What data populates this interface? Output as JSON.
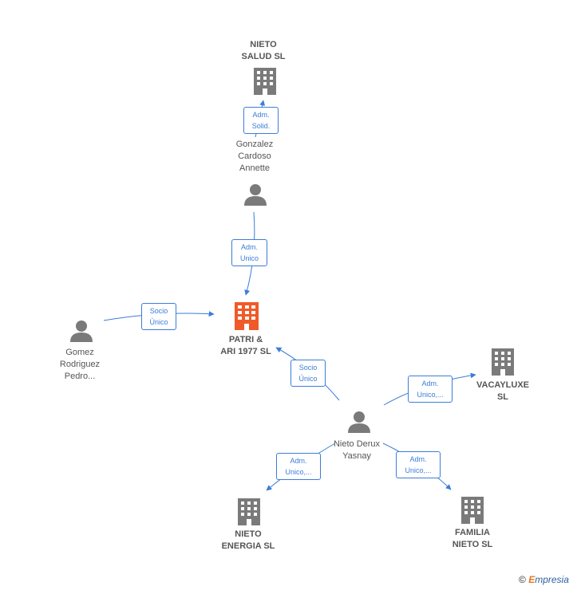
{
  "nodes": {
    "nieto_salud": {
      "label": "NIETO\nSALUD  SL",
      "type": "company"
    },
    "gonzalez": {
      "label": "Gonzalez\nCardoso\nAnnette",
      "type": "person"
    },
    "patri": {
      "label": "PATRI &\nARI 1977  SL",
      "type": "main"
    },
    "gomez": {
      "label": "Gomez\nRodriguez\nPedro...",
      "type": "person"
    },
    "vacayluxe": {
      "label": "VACAYLUXE\nSL",
      "type": "company"
    },
    "nieto_derux": {
      "label": "Nieto Derux\nYasnay",
      "type": "person"
    },
    "nieto_energia": {
      "label": "NIETO\nENERGIA  SL",
      "type": "company"
    },
    "familia_nieto": {
      "label": "FAMILIA\nNIETO  SL",
      "type": "company"
    }
  },
  "edges": {
    "gonzalez_to_nieto_salud": "Adm.\nSolid.",
    "gonzalez_to_patri": "Adm.\nUnico",
    "gomez_to_patri": "Socio\nÚnico",
    "nieto_derux_to_patri": "Socio\nÚnico",
    "nieto_derux_to_vacayluxe": "Adm.\nUnico,...",
    "nieto_derux_to_nieto_energia": "Adm.\nUnico,...",
    "nieto_derux_to_familia_nieto": "Adm.\nUnico,..."
  },
  "colors": {
    "edge": "#3b7dd8",
    "company_icon": "#7a7a7a",
    "main_icon": "#f05a28",
    "person_icon": "#7a7a7a"
  },
  "brand": {
    "symbol": "©",
    "e": "E",
    "rest": "mpresia"
  }
}
